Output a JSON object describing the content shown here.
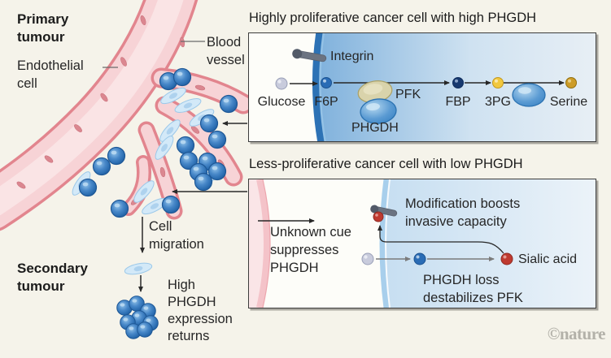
{
  "scene": {
    "primary_tumour": "Primary\ntumour",
    "endothelial_cell": "Endothelial\ncell",
    "blood_vessel": "Blood\nvessel",
    "cell_migration": "Cell\nmigration",
    "secondary_tumour": "Secondary\ntumour",
    "high_phgdh_returns": "High\nPHGDH\nexpression\nreturns"
  },
  "top_panel": {
    "title": "Highly proliferative cancer cell with high PHGDH",
    "labels": {
      "integrin": "Integrin",
      "glucose": "Glucose",
      "f6p": "F6P",
      "pfk": "PFK",
      "phgdh": "PHGDH",
      "fbp": "FBP",
      "pg3": "3PG",
      "serine": "Serine"
    }
  },
  "bottom_panel": {
    "title": "Less-proliferative cancer cell with low PHGDH",
    "labels": {
      "unknown_cue": "Unknown cue\nsuppresses\nPHGDH",
      "modification": "Modification boosts\ninvasive capacity",
      "sialic_acid": "Sialic acid",
      "phgdh_loss": "PHGDH loss\ndestabilizes PFK"
    }
  },
  "branding": {
    "logo": "©nature"
  },
  "colors": {
    "background": "#f5f3ea",
    "panel_bg": "#fdfdf9",
    "vessel_pink": "#f7d3d6",
    "vessel_outline": "#e2858e",
    "tumour_cell_blue": "#3a7ec4",
    "migrating_cell_blue": "#d3e9f8",
    "membrane_blue": "#2d72b5",
    "glucose_grey": "#c8cbdc",
    "f6p_blue": "#2a6cb5",
    "fbp_navy": "#17396f",
    "pg3_yellow": "#f2c83e",
    "serine_gold": "#cd9c28",
    "sialic_red": "#bf3a30",
    "pfk_tan": "#d9d3ab",
    "phgdh_blob_blue": "#5b9bd3",
    "integrin_grey": "#6b7381",
    "text": "#262626"
  }
}
